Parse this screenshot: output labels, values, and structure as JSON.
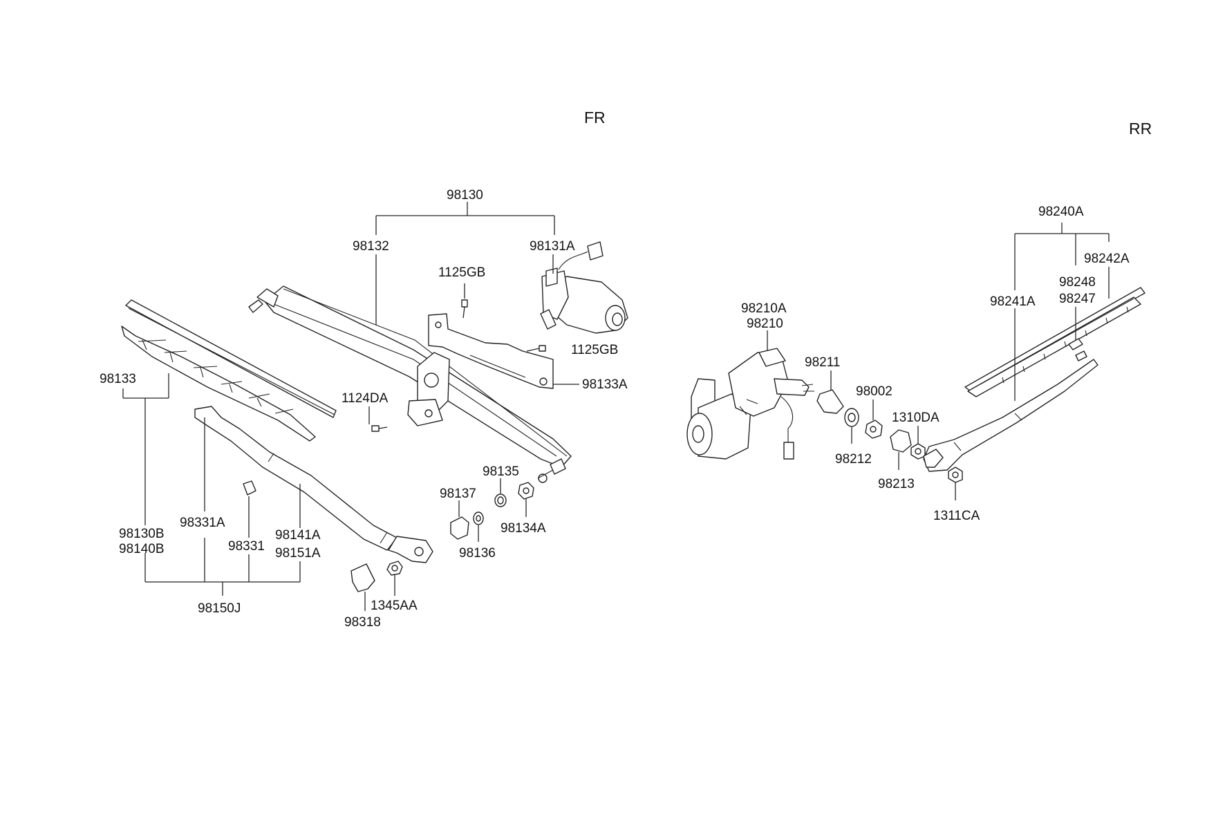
{
  "sections": {
    "front": "FR",
    "rear": "RR"
  },
  "labels": {
    "p98130": "98130",
    "p98132": "98132",
    "p98131A": "98131A",
    "p1125GB_a": "1125GB",
    "p1125GB_b": "1125GB",
    "p98133A": "98133A",
    "p98133": "98133",
    "p1124DA": "1124DA",
    "p98135": "98135",
    "p98137": "98137",
    "p98134A": "98134A",
    "p98136": "98136",
    "p98130B": "98130B",
    "p98140B": "98140B",
    "p98331A": "98331A",
    "p98331": "98331",
    "p98141A": "98141A",
    "p98151A": "98151A",
    "p98150J": "98150J",
    "p1345AA": "1345AA",
    "p98318": "98318",
    "p98210A": "98210A",
    "p98210": "98210",
    "p98211": "98211",
    "p98002": "98002",
    "p1310DA": "1310DA",
    "p98212": "98212",
    "p98213": "98213",
    "p1311CA": "1311CA",
    "p98240A": "98240A",
    "p98242A": "98242A",
    "p98248": "98248",
    "p98247": "98247",
    "p98241A": "98241A"
  }
}
